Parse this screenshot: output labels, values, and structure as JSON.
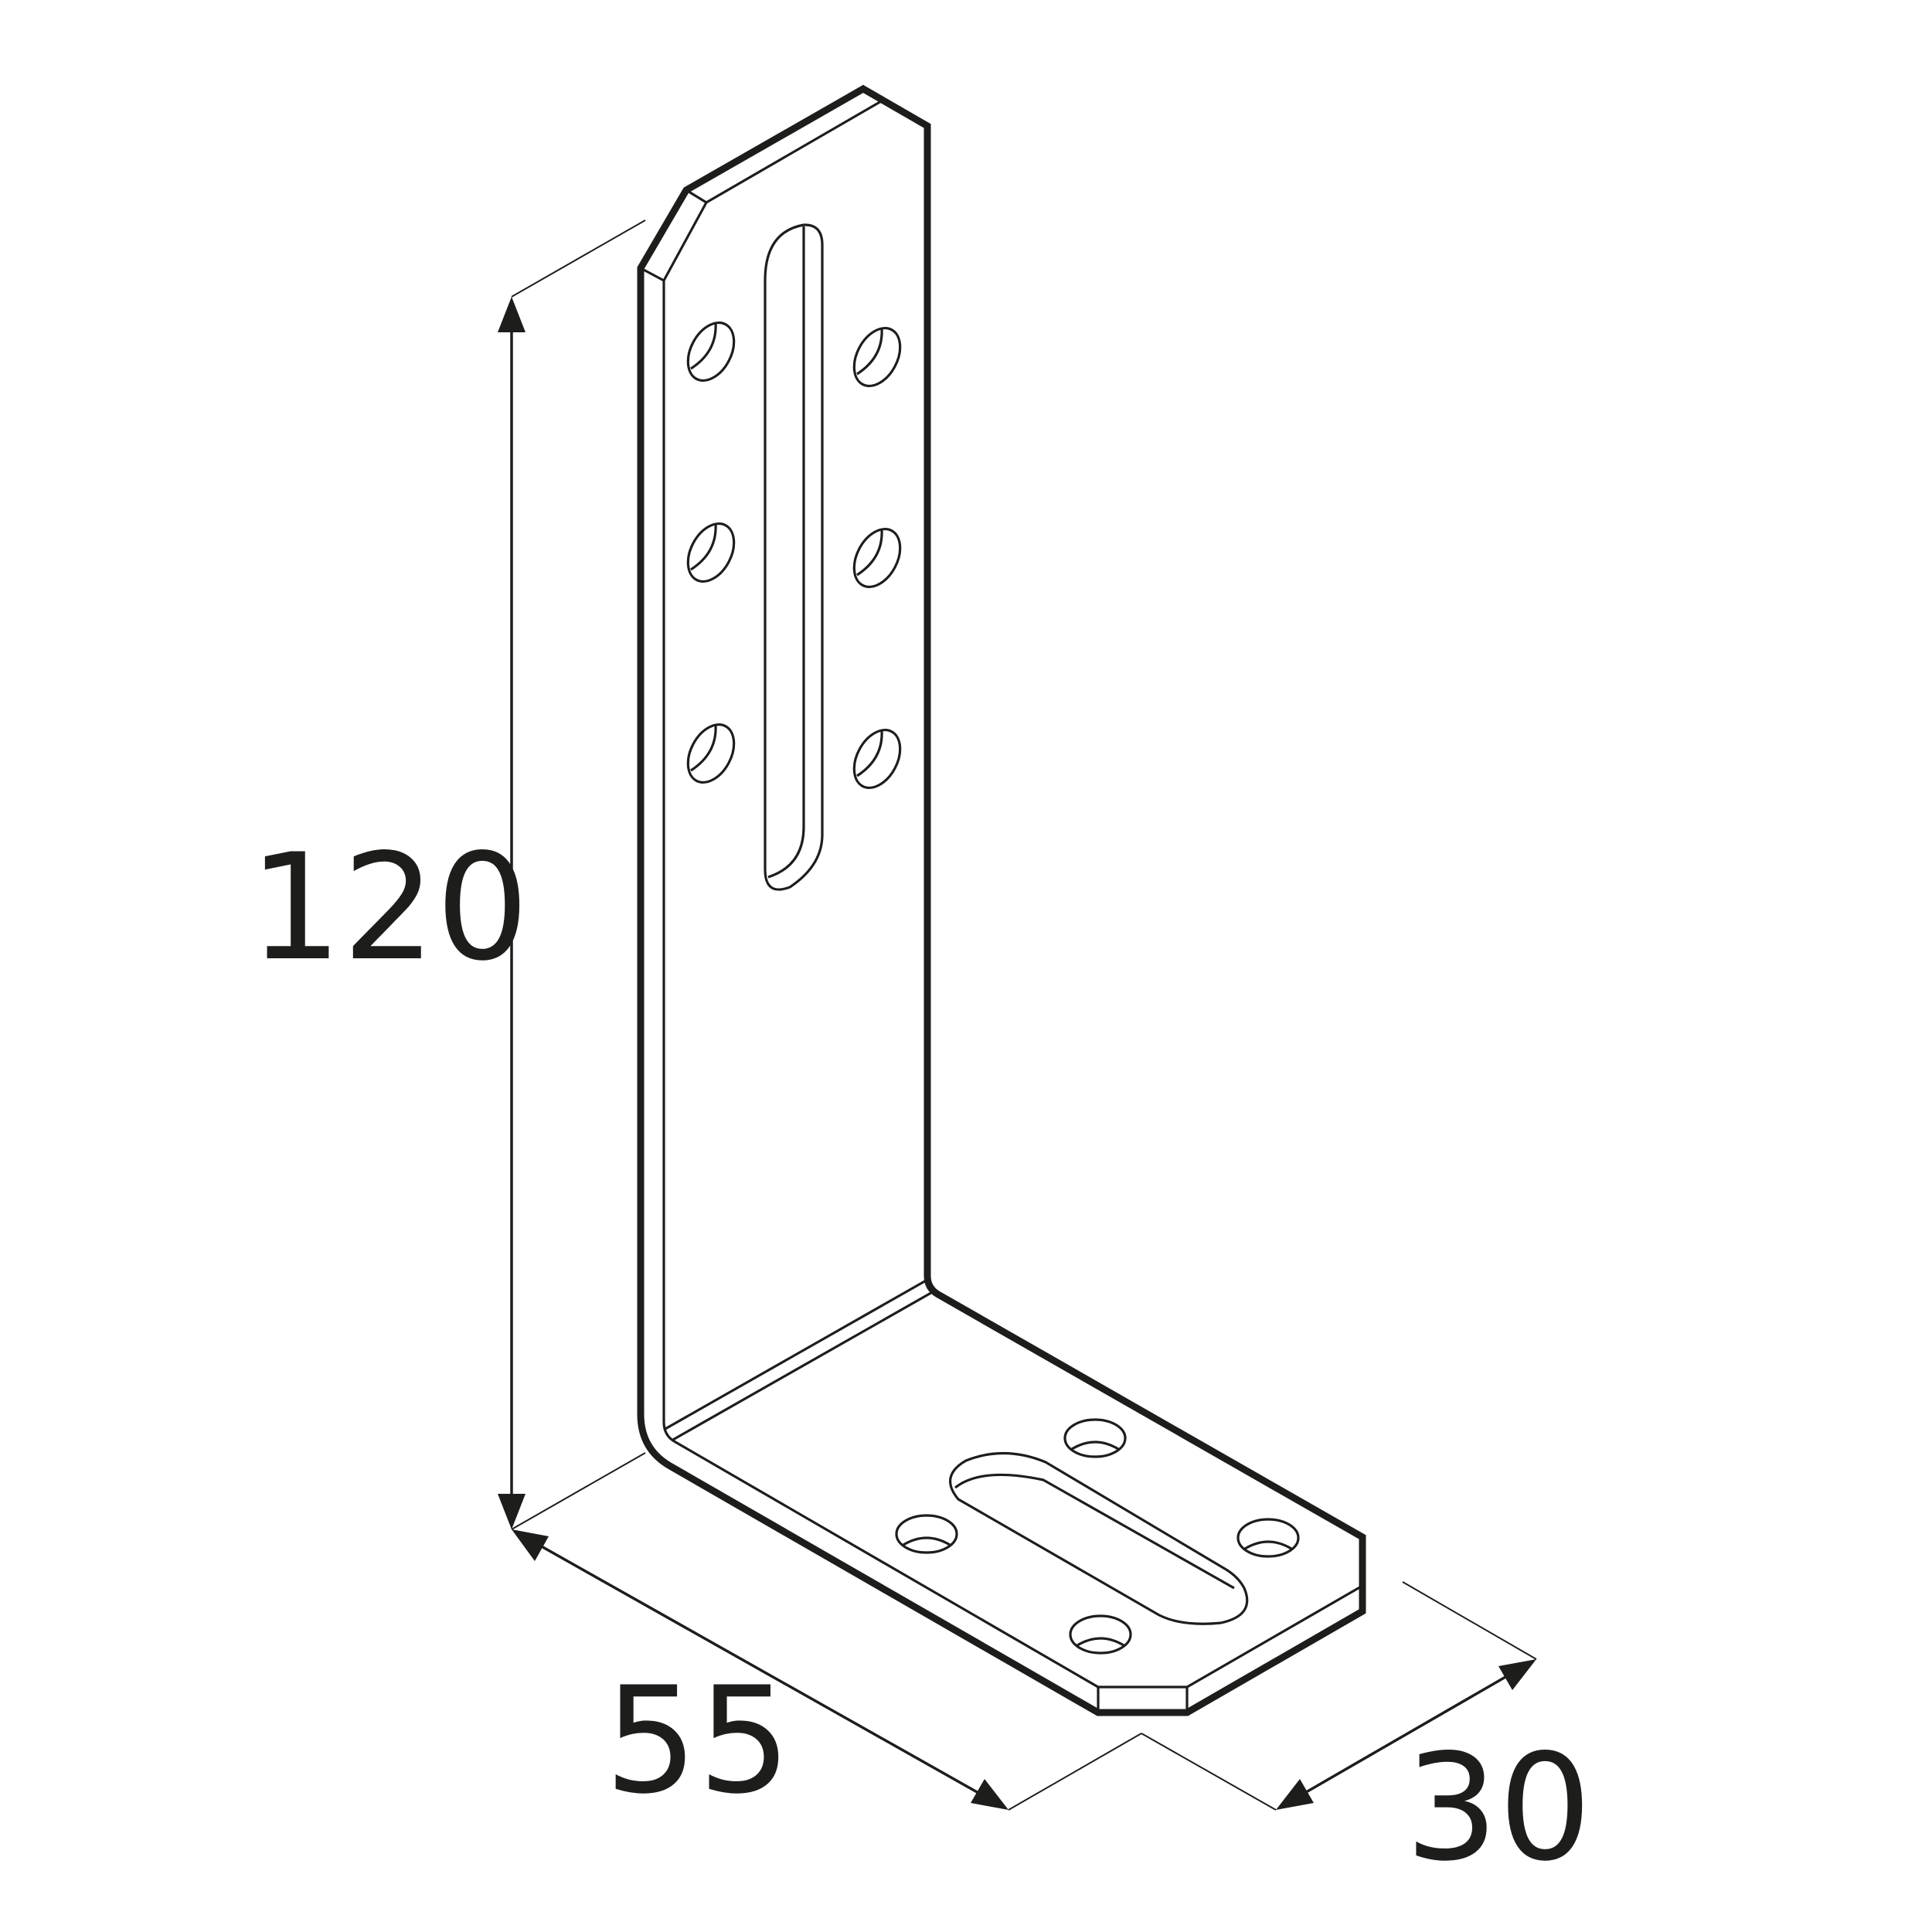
{
  "drawing": {
    "subject": "L-shaped angle bracket with slotted holes",
    "line_color": "#1d1d1b",
    "background": "#ffffff"
  },
  "dimensions": {
    "height": "120",
    "length": "55",
    "width": "30"
  }
}
